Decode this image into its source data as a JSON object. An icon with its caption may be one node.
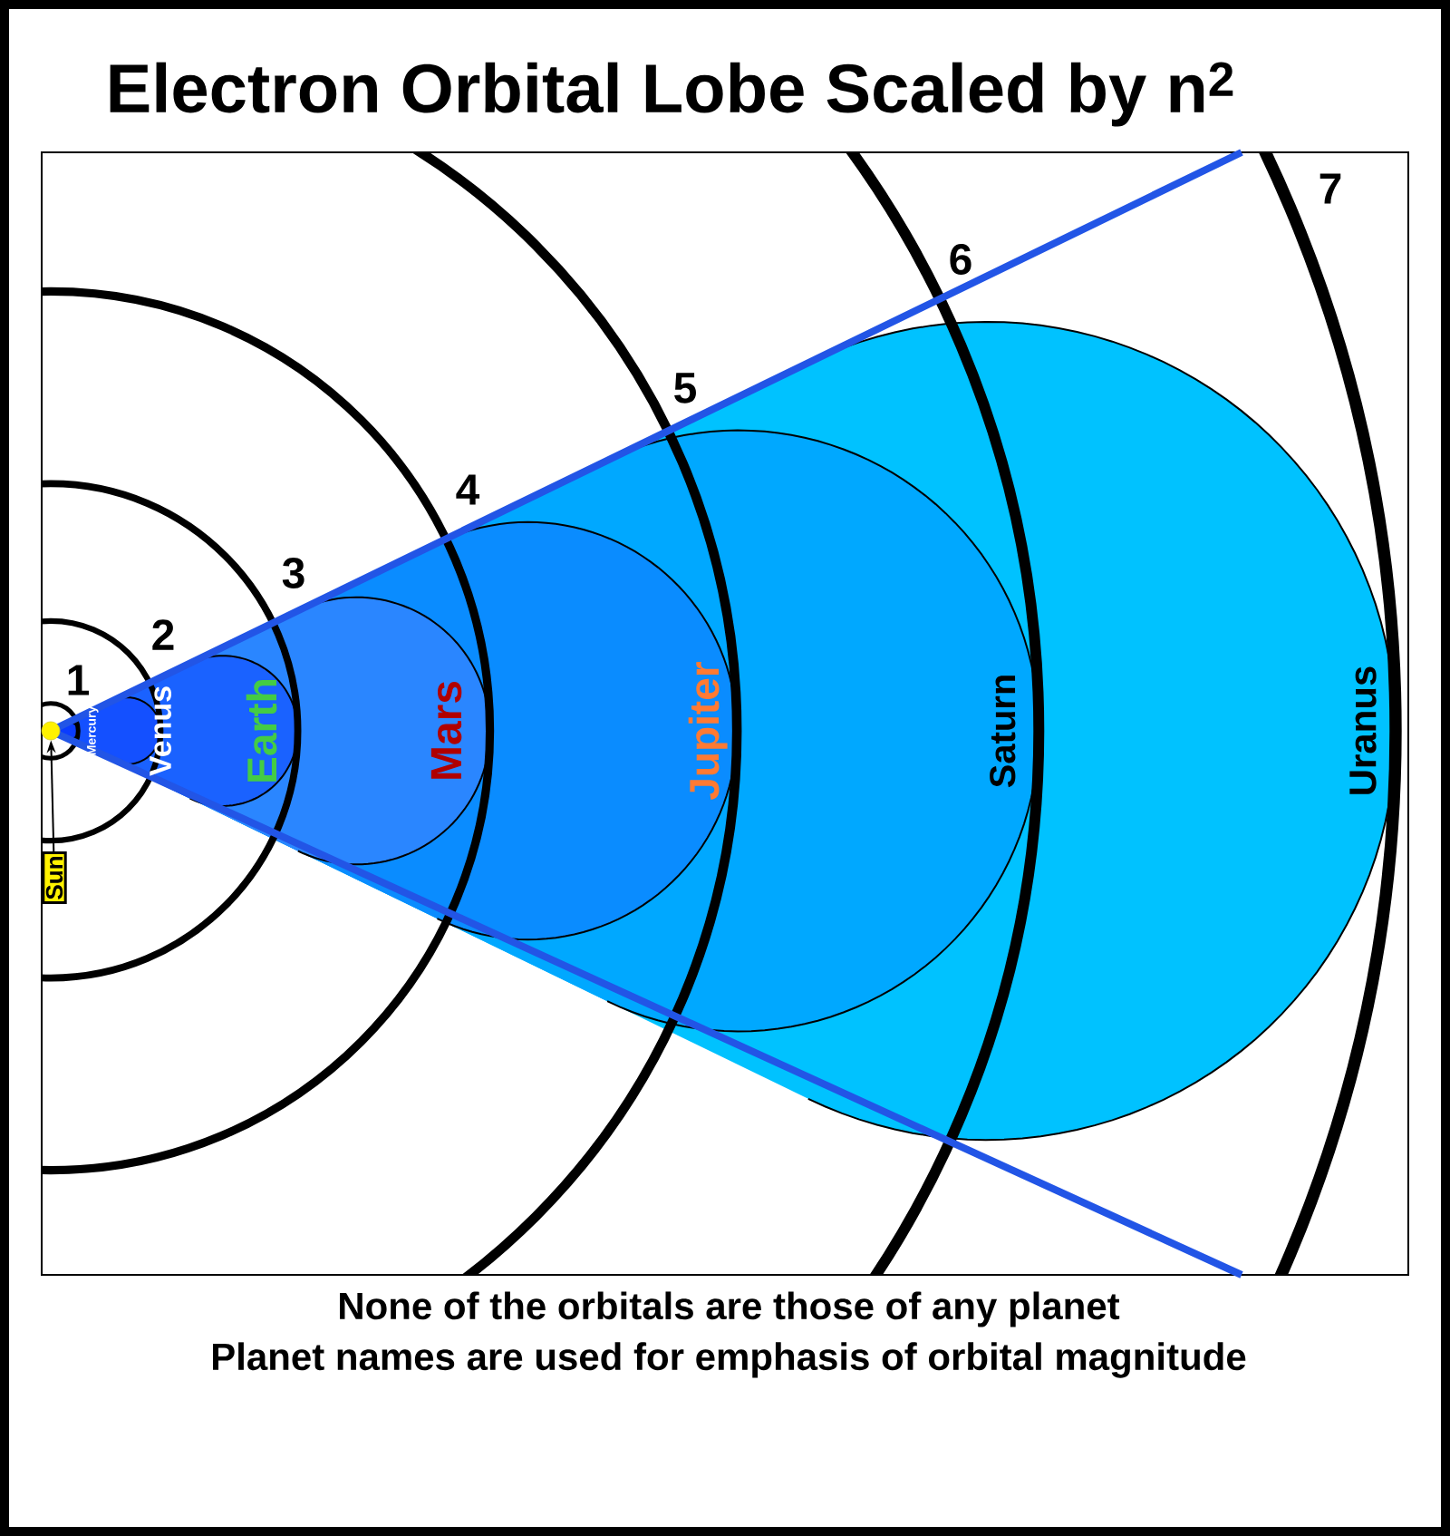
{
  "diagram": {
    "title": "Electron Orbital Lobe Scaled by n$^{2}$",
    "nodes": [
      {
        "text": [],
        "shape": "circle"
      },
      {
        "text": [
          "Mercury"
        ]
      },
      {
        "text": [
          "Venus"
        ]
      },
      {
        "text": [
          "Earth"
        ]
      },
      {
        "text": [
          "Mars"
        ]
      },
      {
        "text": [
          "Jupiter"
        ]
      },
      {
        "text": [
          "Saturn"
        ]
      },
      {
        "text": [
          "Uranus"
        ]
      },
      {
        "text": [
          "Sun"
        ]
      }
    ],
    "edges": [
      {
        "from": 8,
        "to": 0,
        "arrow": "to"
      }
    ],
    "labels": [
      "1",
      "2",
      "3",
      "4",
      "5",
      "6",
      "7",
      "None of the orbitals are those of any planet",
      "Planet names are used for emphasis of orbital magnitude"
    ]
  }
}
